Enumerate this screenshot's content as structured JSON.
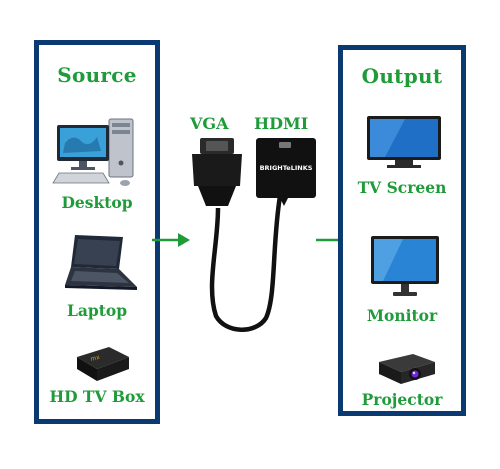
{
  "source": {
    "heading": "Source",
    "items": [
      {
        "label": "Desktop",
        "icon": "desktop-computer-icon"
      },
      {
        "label": "Laptop",
        "icon": "laptop-icon"
      },
      {
        "label": "HD TV Box",
        "icon": "tv-box-icon"
      }
    ]
  },
  "adapter": {
    "vga_label": "VGA",
    "hdmi_label": "HDMI",
    "brand_text": "BRIGHTeLINKS",
    "icon": "vga-to-hdmi-adapter-icon"
  },
  "output": {
    "heading": "Output",
    "items": [
      {
        "label": "TV Screen",
        "icon": "tv-screen-icon"
      },
      {
        "label": "Monitor",
        "icon": "monitor-icon"
      },
      {
        "label": "Projector",
        "icon": "projector-icon"
      }
    ]
  },
  "colors": {
    "border": "#0b3a73",
    "label": "#1f9b3a",
    "arrow": "#1f9b3a"
  }
}
